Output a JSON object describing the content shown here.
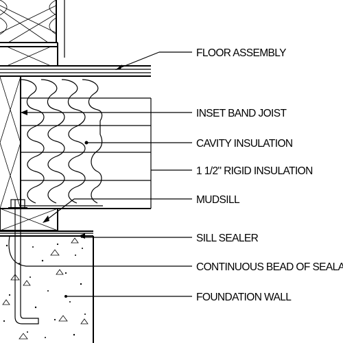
{
  "labels": {
    "floor_assembly": "FLOOR ASSEMBLY",
    "inset_band_joist": "INSET BAND JOIST",
    "cavity_insulation": "CAVITY INSULATION",
    "rigid_insulation": "1 1/2\" RIGID INSULATION",
    "mudsill": "MUDSILL",
    "sill_sealer": "SILL SEALER",
    "continuous_bead": "CONTINUOUS BEAD OF SEALANT",
    "foundation_wall": "FOUNDATION WALL"
  }
}
